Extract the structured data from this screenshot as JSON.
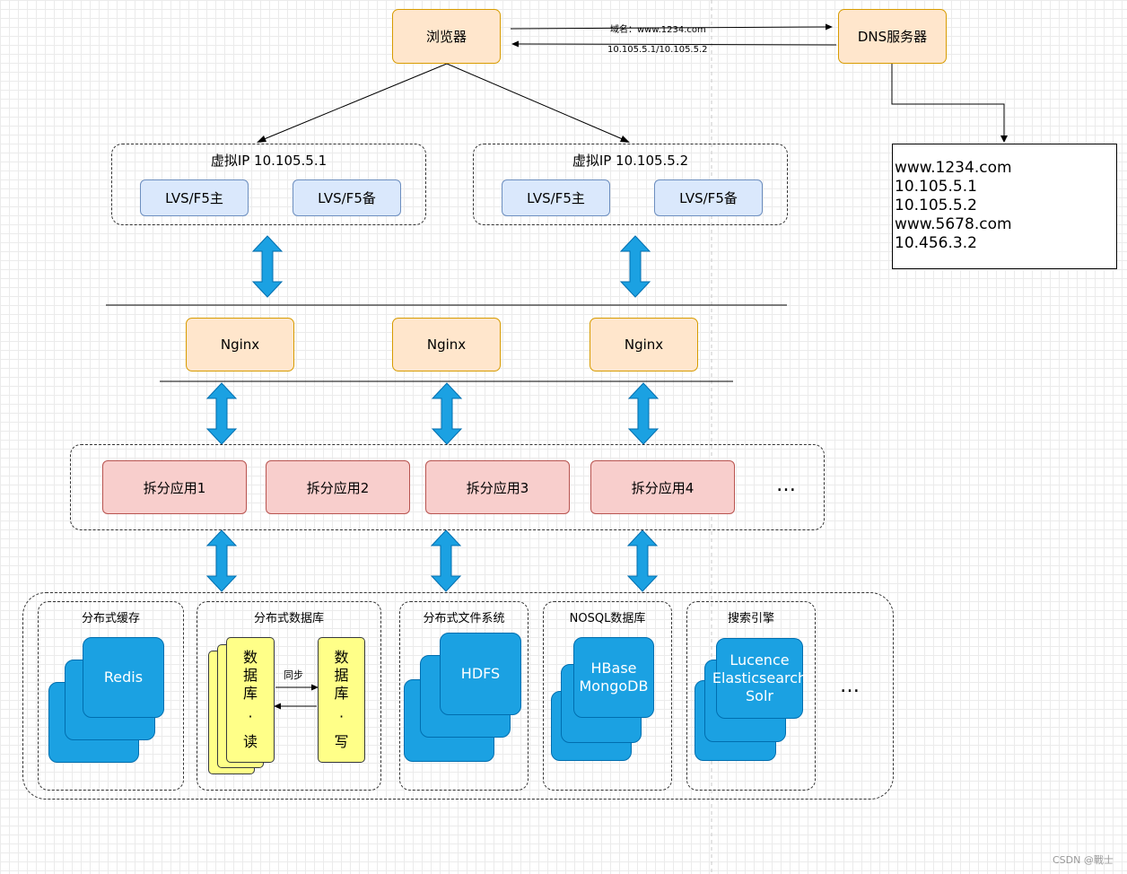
{
  "browser": "浏览器",
  "dns_server": "DNS服务器",
  "domain_request": "域名：www.1234.com",
  "ip_response": "10.105.5.1/10.105.5.2",
  "dns_records": [
    "www.1234.com",
    "10.105.5.1",
    "10.105.5.2",
    "www.5678.com",
    "10.456.3.2"
  ],
  "vip_groups": [
    {
      "title": "虚拟IP 10.105.5.1",
      "primary": "LVS/F5主",
      "backup": "LVS/F5备"
    },
    {
      "title": "虚拟IP 10.105.5.2",
      "primary": "LVS/F5主",
      "backup": "LVS/F5备"
    }
  ],
  "nginx": [
    "Nginx",
    "Nginx",
    "Nginx"
  ],
  "apps": [
    "拆分应用1",
    "拆分应用2",
    "拆分应用3",
    "拆分应用4"
  ],
  "ellipsis": "…",
  "services": {
    "cache": {
      "title": "分布式缓存",
      "item": "Redis"
    },
    "database": {
      "title": "分布式数据库",
      "read_chars": [
        "数",
        "据",
        "库",
        "·",
        "读"
      ],
      "write_chars": [
        "数",
        "据",
        "库",
        "·",
        "写"
      ],
      "sync_label": "同步"
    },
    "filesystem": {
      "title": "分布式文件系统",
      "item": "HDFS"
    },
    "nosql": {
      "title": "NOSQL数据库",
      "items": [
        "HBase",
        "MongoDB"
      ]
    },
    "search": {
      "title": "搜索引擎",
      "items": [
        "Lucence",
        "Elasticsearch",
        "Solr"
      ]
    }
  },
  "watermark": "CSDN @戰士",
  "colors": {
    "arrow_blue": "#1ba1e2",
    "orange_fill": "#ffe6cc",
    "blue_fill": "#dae8fc",
    "red_fill": "#f8cecc",
    "yellow_fill": "#ffff88"
  }
}
